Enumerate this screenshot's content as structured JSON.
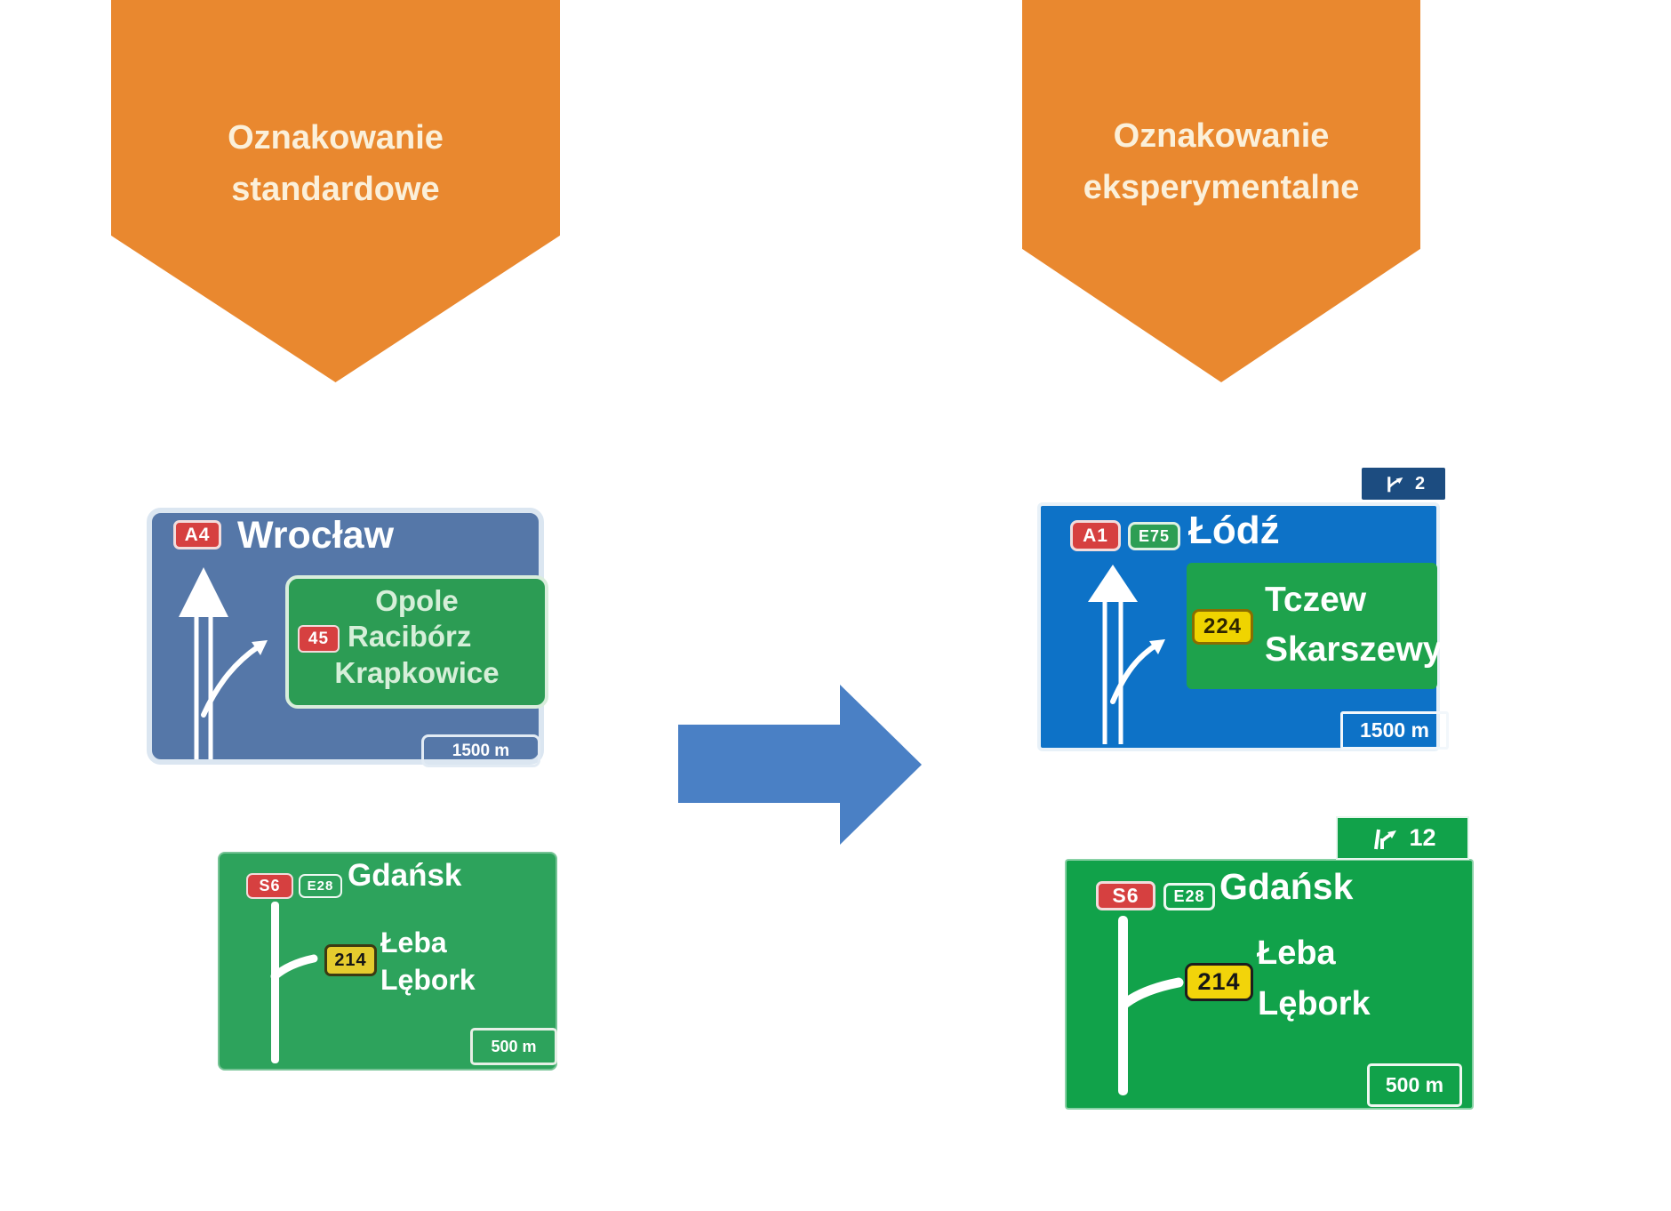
{
  "banner_left": {
    "line1": "Oznakowanie",
    "line2": "standardowe"
  },
  "banner_right": {
    "line1": "Oznakowanie",
    "line2": "eksperymentalne"
  },
  "std_blue": {
    "route": "A4",
    "city": "Wrocław",
    "panel_dest1": "Opole",
    "panel_route": "45",
    "panel_dest2": "Racibórz",
    "panel_dest3": "Krapkowice",
    "distance": "1500 m"
  },
  "std_green": {
    "route": "S6",
    "euro": "E28",
    "city": "Gdańsk",
    "local_route": "214",
    "dest1": "Łeba",
    "dest2": "Lębork",
    "distance": "500 m"
  },
  "exp_blue": {
    "exit_number": "2",
    "route": "A1",
    "euro": "E75",
    "city": "Łódź",
    "panel_route": "224",
    "panel_dest1": "Tczew",
    "panel_dest2": "Skarszewy",
    "distance": "1500 m"
  },
  "exp_green": {
    "exit_number": "12",
    "route": "S6",
    "euro": "E28",
    "city": "Gdańsk",
    "local_route": "214",
    "dest1": "Łeba",
    "dest2": "Lębork",
    "distance": "500 m"
  },
  "colors": {
    "banner_orange": "#E9882F",
    "banner_text": "#FBF0DA",
    "std_blue_bg": "#5577A8",
    "std_panel_green": "#2C9C54",
    "std_green_bg": "#2DA35C",
    "exp_blue_bg": "#0D72C7",
    "exp_panel_green": "#1EA24C",
    "exp_green_bg": "#11A24A",
    "euro_badge_green": "#2D9E54",
    "red_badge": "#D64040",
    "yellow_badge": "#F2D40A",
    "exit_tab_blue": "#1C4C80",
    "transform_arrow": "#4A80C5"
  }
}
